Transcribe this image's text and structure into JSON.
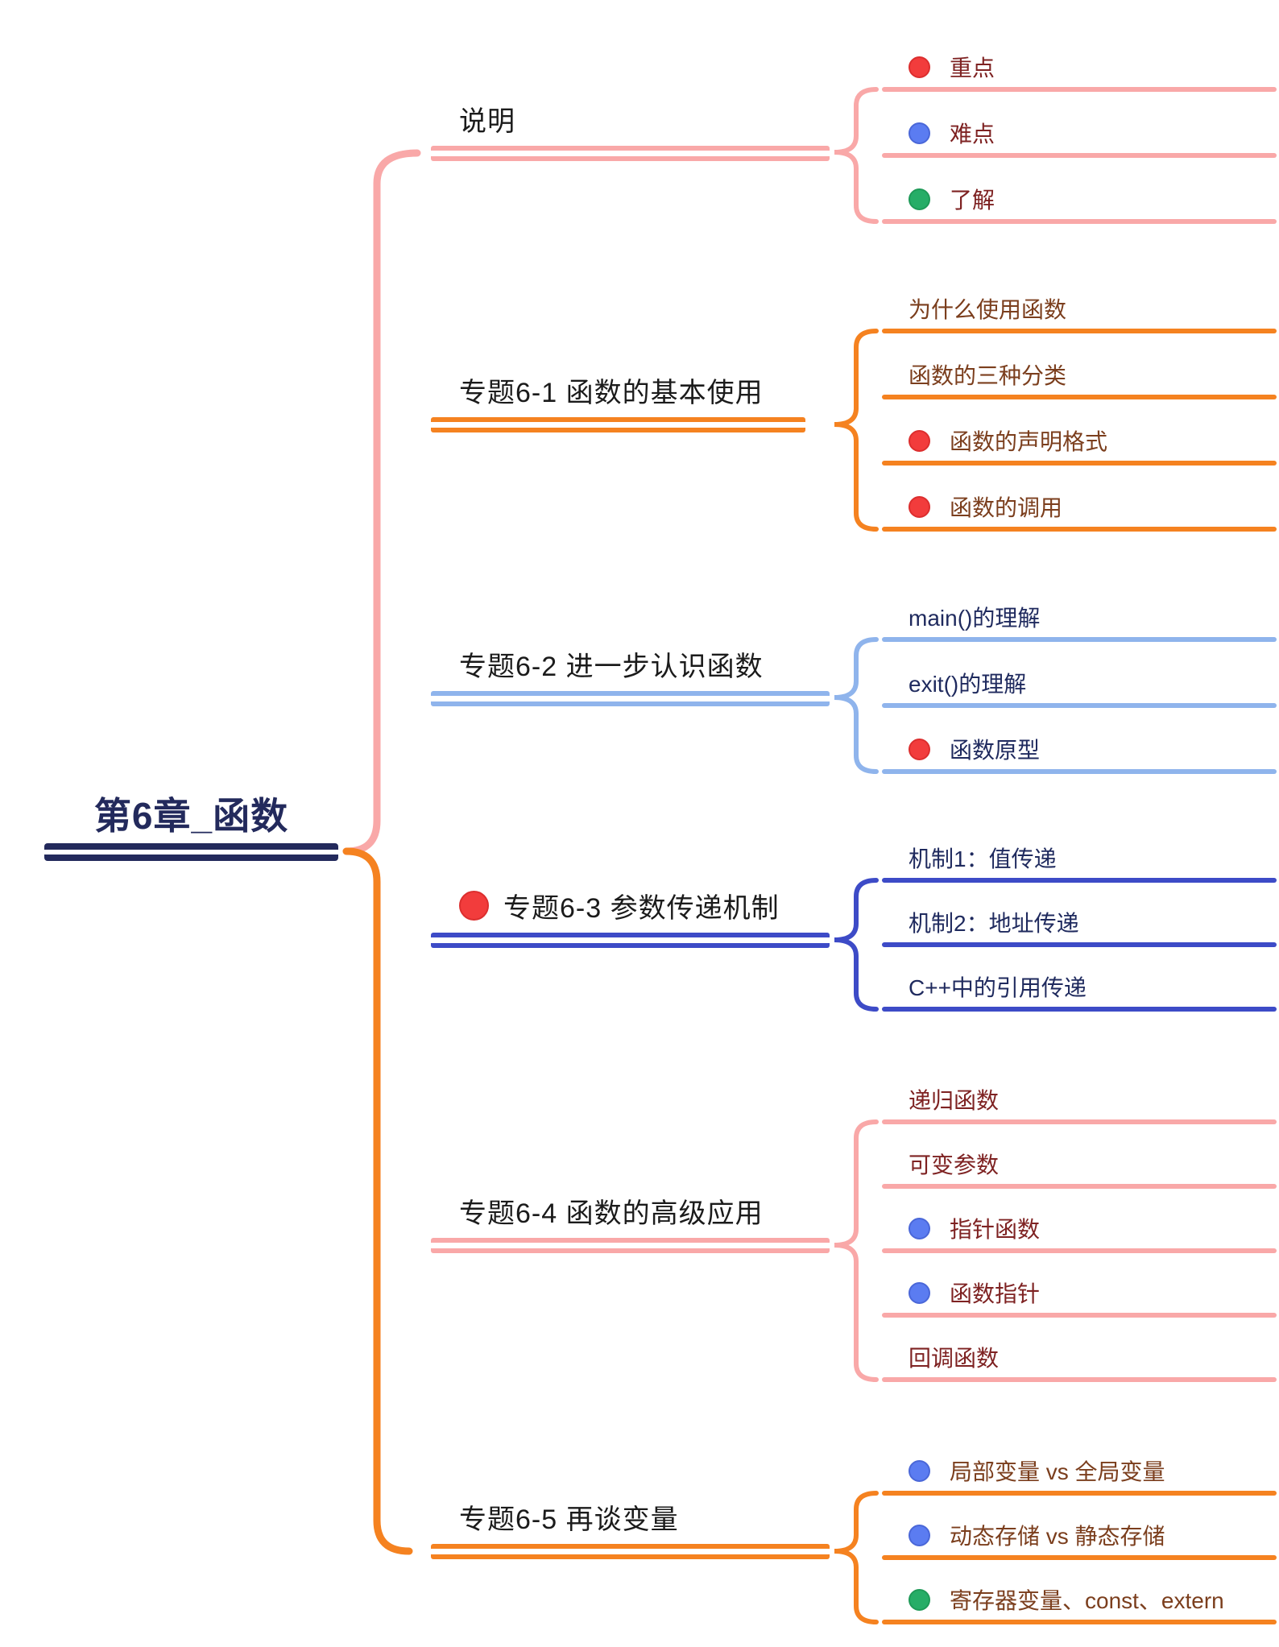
{
  "root": {
    "label": "第6章_函数"
  },
  "colors": {
    "pink_branch": "#F9A8A8",
    "orange_branch": "#F58220",
    "light_blue_branch": "#8FB4EC",
    "royal_blue_branch": "#3D4BC7",
    "root_navy": "#232A5C",
    "marker_red": "#F23C3C",
    "marker_blue": "#5B7CF1",
    "marker_green": "#26AD67",
    "child_text_maroon": "#7E2222",
    "child_text_brown": "#7B3E1D",
    "child_text_navy": "#1F2A5E"
  },
  "branches": [
    {
      "label": "说明",
      "color": "#F9A8A8",
      "children": [
        {
          "label": "重点",
          "marker": "red"
        },
        {
          "label": "难点",
          "marker": "blue"
        },
        {
          "label": "了解",
          "marker": "green"
        }
      ]
    },
    {
      "label": "专题6-1 函数的基本使用",
      "color": "#F58220",
      "children": [
        {
          "label": "为什么使用函数"
        },
        {
          "label": "函数的三种分类"
        },
        {
          "label": "函数的声明格式",
          "marker": "red"
        },
        {
          "label": "函数的调用",
          "marker": "red"
        }
      ]
    },
    {
      "label": "专题6-2 进一步认识函数",
      "color": "#8FB4EC",
      "children": [
        {
          "label": "main()的理解"
        },
        {
          "label": "exit()的理解"
        },
        {
          "label": "函数原型",
          "marker": "red"
        }
      ]
    },
    {
      "label": "专题6-3 参数传递机制",
      "marker": "red",
      "color": "#3D4BC7",
      "children": [
        {
          "label": "机制1：值传递"
        },
        {
          "label": "机制2：地址传递"
        },
        {
          "label": "C++中的引用传递"
        }
      ]
    },
    {
      "label": "专题6-4 函数的高级应用",
      "color": "#F9A8A8",
      "children": [
        {
          "label": "递归函数"
        },
        {
          "label": "可变参数"
        },
        {
          "label": "指针函数",
          "marker": "blue"
        },
        {
          "label": "函数指针",
          "marker": "blue"
        },
        {
          "label": "回调函数"
        }
      ]
    },
    {
      "label": "专题6-5 再谈变量",
      "color": "#F58220",
      "children": [
        {
          "label": "局部变量 vs 全局变量",
          "marker": "blue"
        },
        {
          "label": "动态存储 vs 静态存储",
          "marker": "blue"
        },
        {
          "label": "寄存器变量、const、extern",
          "marker": "green"
        }
      ]
    }
  ]
}
